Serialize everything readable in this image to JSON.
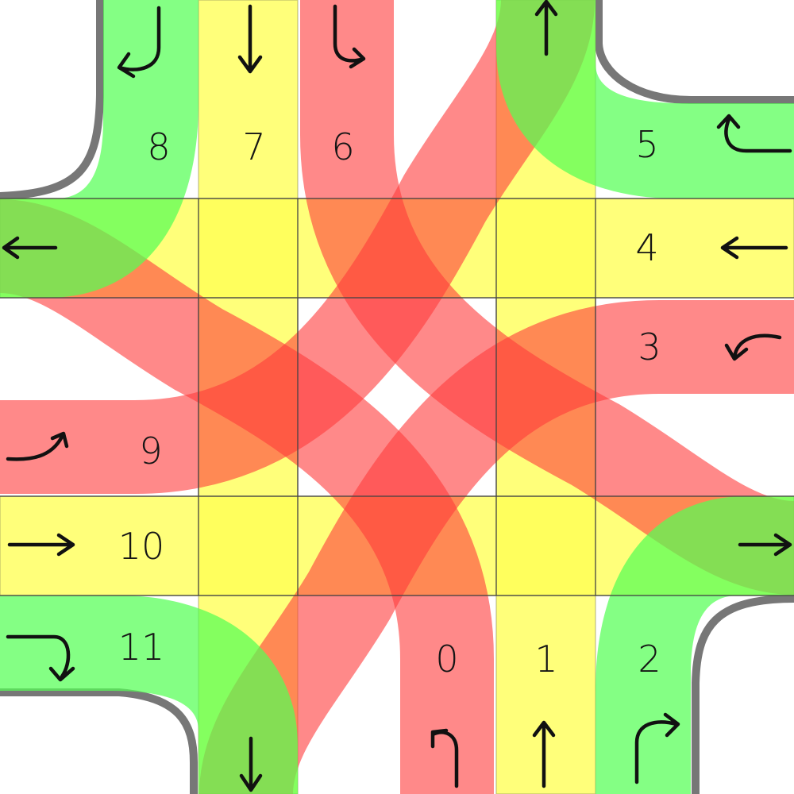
{
  "colors": {
    "straight": "#ffff55",
    "right_turn": "#66ff66",
    "left_turn": "#ff5555",
    "curb": "#777777",
    "grid": "#444444",
    "ink": "#111111"
  },
  "lanes": [
    {
      "label": "0",
      "movement": "left-turn",
      "approach": "south"
    },
    {
      "label": "1",
      "movement": "straight",
      "approach": "south"
    },
    {
      "label": "2",
      "movement": "right-turn",
      "approach": "south"
    },
    {
      "label": "3",
      "movement": "left-turn",
      "approach": "east"
    },
    {
      "label": "4",
      "movement": "straight",
      "approach": "east"
    },
    {
      "label": "5",
      "movement": "right-turn",
      "approach": "east"
    },
    {
      "label": "6",
      "movement": "left-turn",
      "approach": "north"
    },
    {
      "label": "7",
      "movement": "straight",
      "approach": "north"
    },
    {
      "label": "8",
      "movement": "right-turn",
      "approach": "north"
    },
    {
      "label": "9",
      "movement": "left-turn",
      "approach": "west"
    },
    {
      "label": "10",
      "movement": "straight",
      "approach": "west"
    },
    {
      "label": "11",
      "movement": "right-turn",
      "approach": "west"
    }
  ],
  "icons": [
    "up-arrow-icon",
    "down-arrow-icon",
    "left-arrow-icon",
    "right-arrow-icon",
    "turn-left-arrow-icon",
    "turn-right-arrow-icon"
  ]
}
